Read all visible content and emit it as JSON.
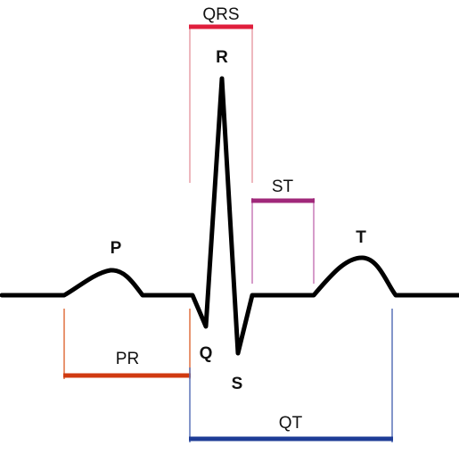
{
  "diagram": {
    "wave_labels": {
      "p": "P",
      "q": "Q",
      "r": "R",
      "s": "S",
      "t": "T"
    },
    "interval_labels": {
      "qrs": "QRS",
      "st": "ST",
      "pr": "PR",
      "qt": "QT"
    },
    "colors": {
      "trace": "#000000",
      "qrs": "#e01e3c",
      "qrs_bracket": "#e8a0a8",
      "st": "#a0287a",
      "st_bracket": "#c87ab8",
      "pr": "#d03a10",
      "pr_bracket": "#e07040",
      "qt": "#1e3c96",
      "qt_bracket": "#5a72b8"
    }
  }
}
